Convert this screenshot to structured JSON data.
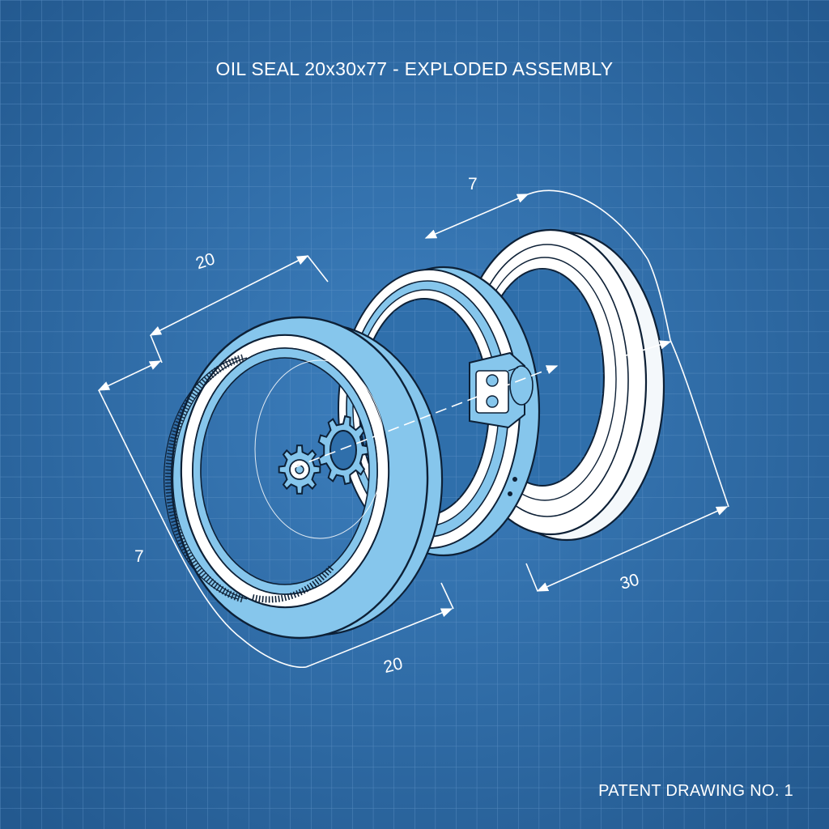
{
  "drawing": {
    "title": "OIL SEAL 20x30x77 - EXPLODED ASSEMBLY",
    "drawing_number": "PATENT DRAWING NO. 1"
  },
  "dimensions": {
    "front_width": "20",
    "front_depth": "7",
    "bottom_width": "20",
    "rear_depth": "7",
    "rear_width": "30"
  },
  "colors": {
    "background": "#2f6fab",
    "grid_line": "#6f9fd0",
    "part_fill": "#86c6ec",
    "outline": "#0d2036",
    "annotation": "#ffffff"
  },
  "parts": [
    "front-seal-ring",
    "spring-coil",
    "small-gear",
    "large-gear",
    "middle-retainer-ring",
    "rear-seal-ring"
  ]
}
